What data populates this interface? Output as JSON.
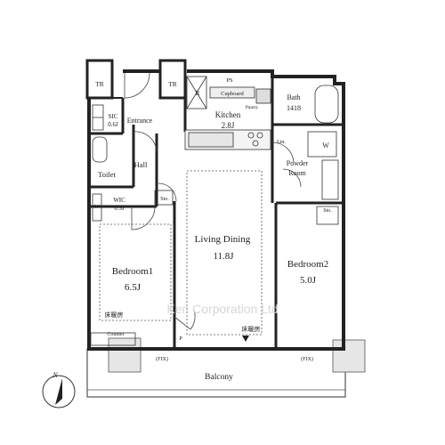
{
  "plan": {
    "labels": {
      "tr_left": "TR",
      "tr_right": "TR",
      "sic": "SIC",
      "sic_size": "0.6J",
      "entrance": "Entrance",
      "ps": "PS",
      "r": "R",
      "cupboard": "Cupboard",
      "pantry": "Pantry",
      "kitchen": "Kitchen",
      "kitchen_size": "2.8J",
      "bath": "Bath",
      "bath_size": "1418",
      "wm": "W",
      "lin": "Lin.",
      "powder1": "Powder",
      "powder2": "Room",
      "hall": "Hall",
      "toilet": "Toilet",
      "wic": "WIC",
      "wic_size": "0.9J",
      "w_small": "W",
      "sto_left": "Sto.",
      "sto_right": "Sto.",
      "living": "Living Dining",
      "living_size": "11.8J",
      "bedroom1": "Bedroom1",
      "bedroom1_size": "6.5J",
      "bedroom2": "Bedroom2",
      "bedroom2_size": "5.0J",
      "floorheat1": "床暖房",
      "floorheat2": "床暖房",
      "counter": "Counter",
      "p": "P",
      "fix_left": "(FIX)",
      "fix_right": "(FIX)",
      "balcony": "Balcony",
      "north": "N"
    },
    "watermark": "Ken Corporation Ltd"
  }
}
